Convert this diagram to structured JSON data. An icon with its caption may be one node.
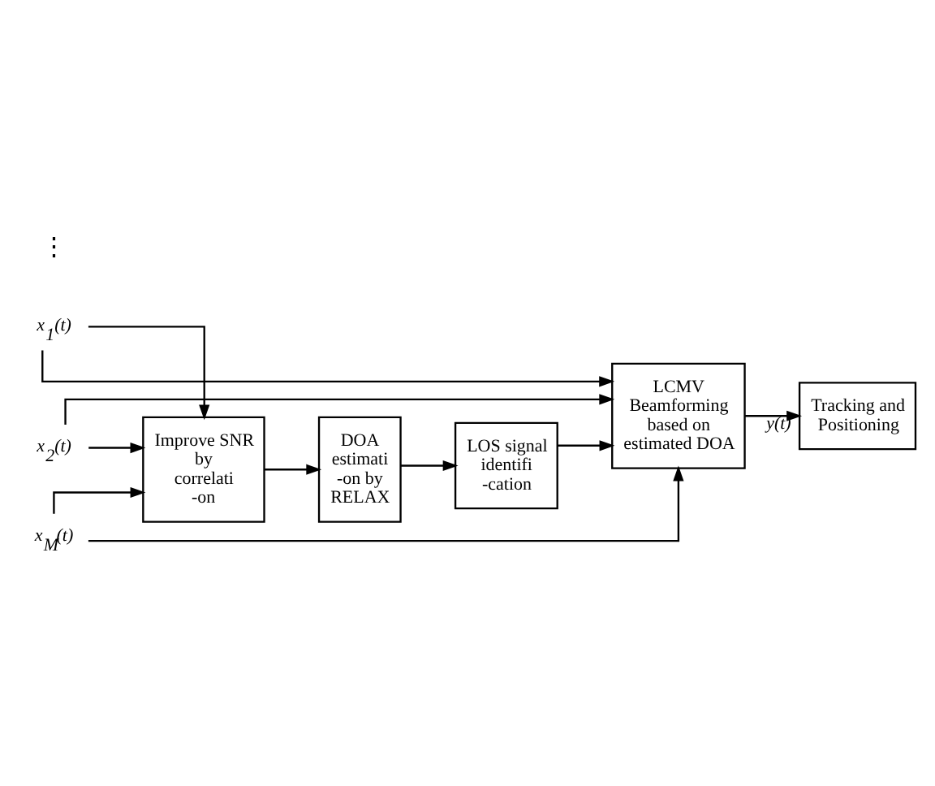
{
  "diagram": {
    "nodes": [
      {
        "text": [
          "x$_{1}$(t)"
        ]
      },
      {
        "text": [
          "x$_{2}$(t)"
        ]
      },
      {
        "text": [
          "x$_{M}$(t)"
        ]
      },
      {
        "text": [
          "LCMV Beamforming based on estimated DOA"
        ]
      },
      {
        "text": [
          "Tracking and Positioning"
        ]
      },
      {
        "text": [
          "Improve SNR by correlati -on"
        ]
      },
      {
        "text": [
          "DOA estimati -on by RELAX"
        ]
      },
      {
        "text": [
          "LOS signal identifi -cation"
        ]
      }
    ],
    "edges": [
      {
        "from": 0,
        "to": 3,
        "arrow": "to"
      },
      {
        "from": 1,
        "to": 3,
        "arrow": "to"
      },
      {
        "from": 2,
        "to": 3,
        "arrow": "to"
      },
      {
        "from": 0,
        "to": 5,
        "arrow": "to"
      },
      {
        "from": 1,
        "to": 5,
        "arrow": "to"
      },
      {
        "from": 2,
        "to": 5,
        "arrow": "to"
      },
      {
        "from": 5,
        "to": 6,
        "arrow": "to"
      },
      {
        "from": 6,
        "to": 7,
        "arrow": "to"
      },
      {
        "from": 7,
        "to": 3,
        "arrow": "to"
      },
      {
        "from": 3,
        "to": 4,
        "label": "y(t)",
        "arrow": "to"
      }
    ],
    "labels": [
      "⋮"
    ]
  }
}
